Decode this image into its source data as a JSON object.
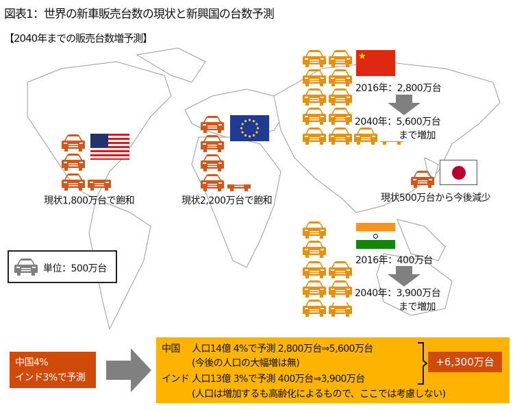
{
  "title": "図表1：世界の新車販売台数の現状と新興国の台数予測",
  "subtitle": "【2040年までの販売台数増予測】",
  "colors": {
    "car_dark": "#d2571a",
    "car_light": "#e8900e",
    "car_legend": "#7f7f7f",
    "accent_box": "#d04a0a",
    "yellow_box": "#ffb400",
    "arrow": "#808080"
  },
  "regions": {
    "usa": {
      "label": "現状1,800万台で飽和",
      "units": 3.6,
      "icon": "us-flag"
    },
    "eu": {
      "label": "現状2,200万台で飽和",
      "units": 4.4,
      "icon": "eu-flag"
    },
    "china": {
      "from": "2016年：2,800万台",
      "to": "2040年：5,600万台",
      "to2": "まで増加",
      "units": 11.2,
      "icon": "china-flag"
    },
    "japan": {
      "label": "現状500万台から今後減少",
      "units": 1,
      "icon": "japan-flag"
    },
    "india": {
      "from": "2016年：400万台",
      "to": "2040年：3,900万台",
      "to2": "まで増加",
      "units": 7.8,
      "icon": "india-flag"
    }
  },
  "legend": {
    "label": "単位：500万台"
  },
  "bottom": {
    "reason_line1": "中国4%",
    "reason_line2": "インド3%で予測",
    "china_line": "中国　 人口14億 4%で予測 2,800万台⇒5,600万台",
    "china_note": "(今後の人口の大幅増は無)",
    "india_line": "インド 人口13億 3%で予測 400万台⇒3,900万台",
    "india_note": "(人口は増加するも高齢化によるもので、ここでは考慮しない)",
    "total": "+6,300万台"
  }
}
